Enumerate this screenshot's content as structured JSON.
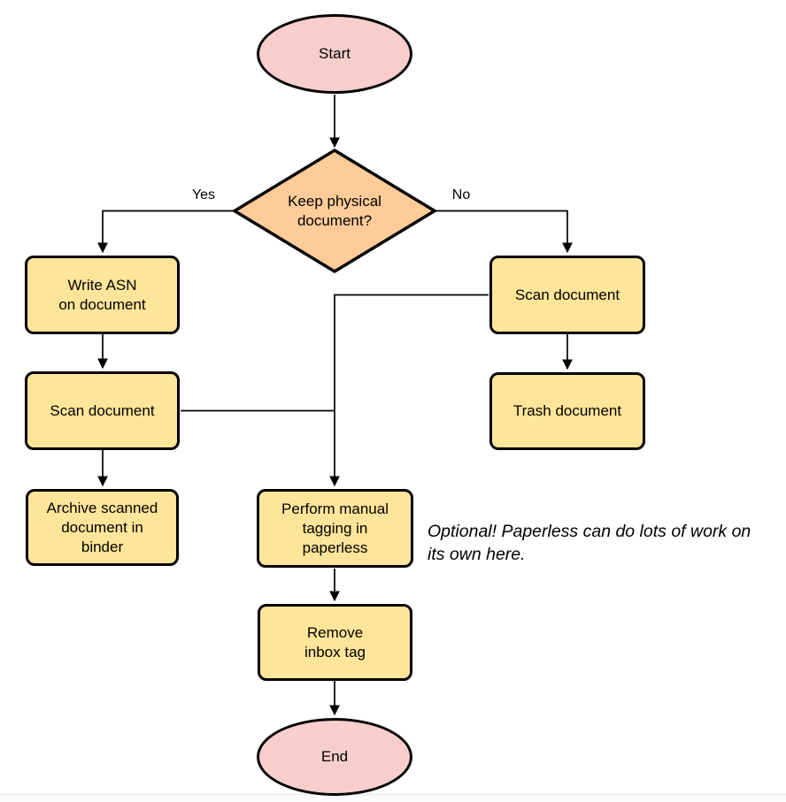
{
  "flowchart": {
    "nodes": {
      "start": {
        "label": "Start"
      },
      "decision": {
        "label": "Keep physical\ndocument?"
      },
      "write_asn": {
        "label": "Write ASN\non document"
      },
      "scan_left": {
        "label": "Scan document"
      },
      "archive": {
        "label": "Archive scanned\ndocument in\nbinder"
      },
      "scan_right": {
        "label": "Scan document"
      },
      "trash": {
        "label": "Trash document"
      },
      "manual_tagging": {
        "label": "Perform manual\ntagging in\npaperless"
      },
      "remove_inbox": {
        "label": "Remove\ninbox tag"
      },
      "end": {
        "label": "End"
      }
    },
    "edge_labels": {
      "yes": "Yes",
      "no": "No"
    },
    "note": "Optional! Paperless can do lots of work on\nits own here.",
    "colors": {
      "terminal_fill": "#F8CECC",
      "decision_fill": "#FFCC99",
      "process_fill": "#FFE599",
      "stroke": "#000000"
    }
  }
}
